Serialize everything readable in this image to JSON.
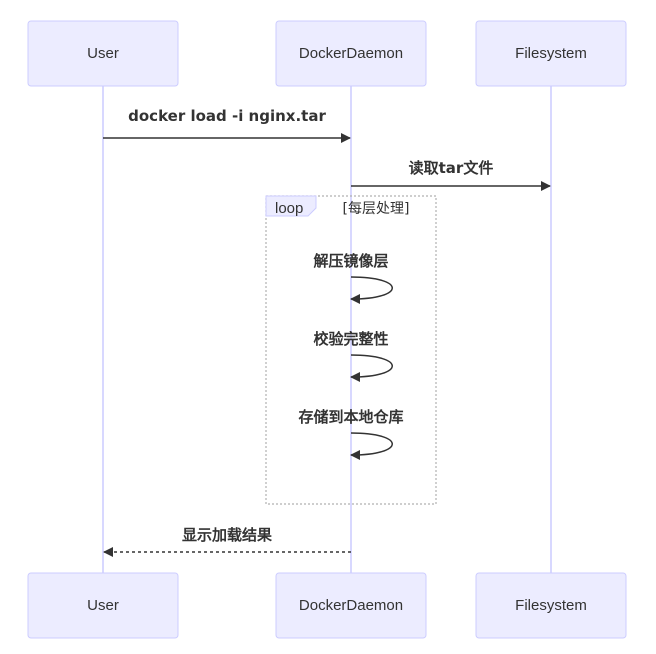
{
  "diagram": {
    "type": "sequence",
    "actors": [
      {
        "id": "user",
        "label": "User"
      },
      {
        "id": "daemon",
        "label": "DockerDaemon"
      },
      {
        "id": "fs",
        "label": "Filesystem"
      }
    ],
    "messages": [
      {
        "id": "m1",
        "from": "user",
        "to": "daemon",
        "label": "docker load -i nginx.tar",
        "style": "solid"
      },
      {
        "id": "m2",
        "from": "daemon",
        "to": "fs",
        "label": "读取tar文件",
        "style": "solid"
      },
      {
        "id": "m3",
        "from": "daemon",
        "to": "daemon",
        "label": "解压镜像层",
        "style": "solid"
      },
      {
        "id": "m4",
        "from": "daemon",
        "to": "daemon",
        "label": "校验完整性",
        "style": "solid"
      },
      {
        "id": "m5",
        "from": "daemon",
        "to": "daemon",
        "label": "存储到本地仓库",
        "style": "solid"
      },
      {
        "id": "m6",
        "from": "daemon",
        "to": "user",
        "label": "显示加载结果",
        "style": "dashed"
      }
    ],
    "loop": {
      "label": "loop",
      "condition": "[每层处理]",
      "contains": [
        "m3",
        "m4",
        "m5"
      ]
    }
  }
}
